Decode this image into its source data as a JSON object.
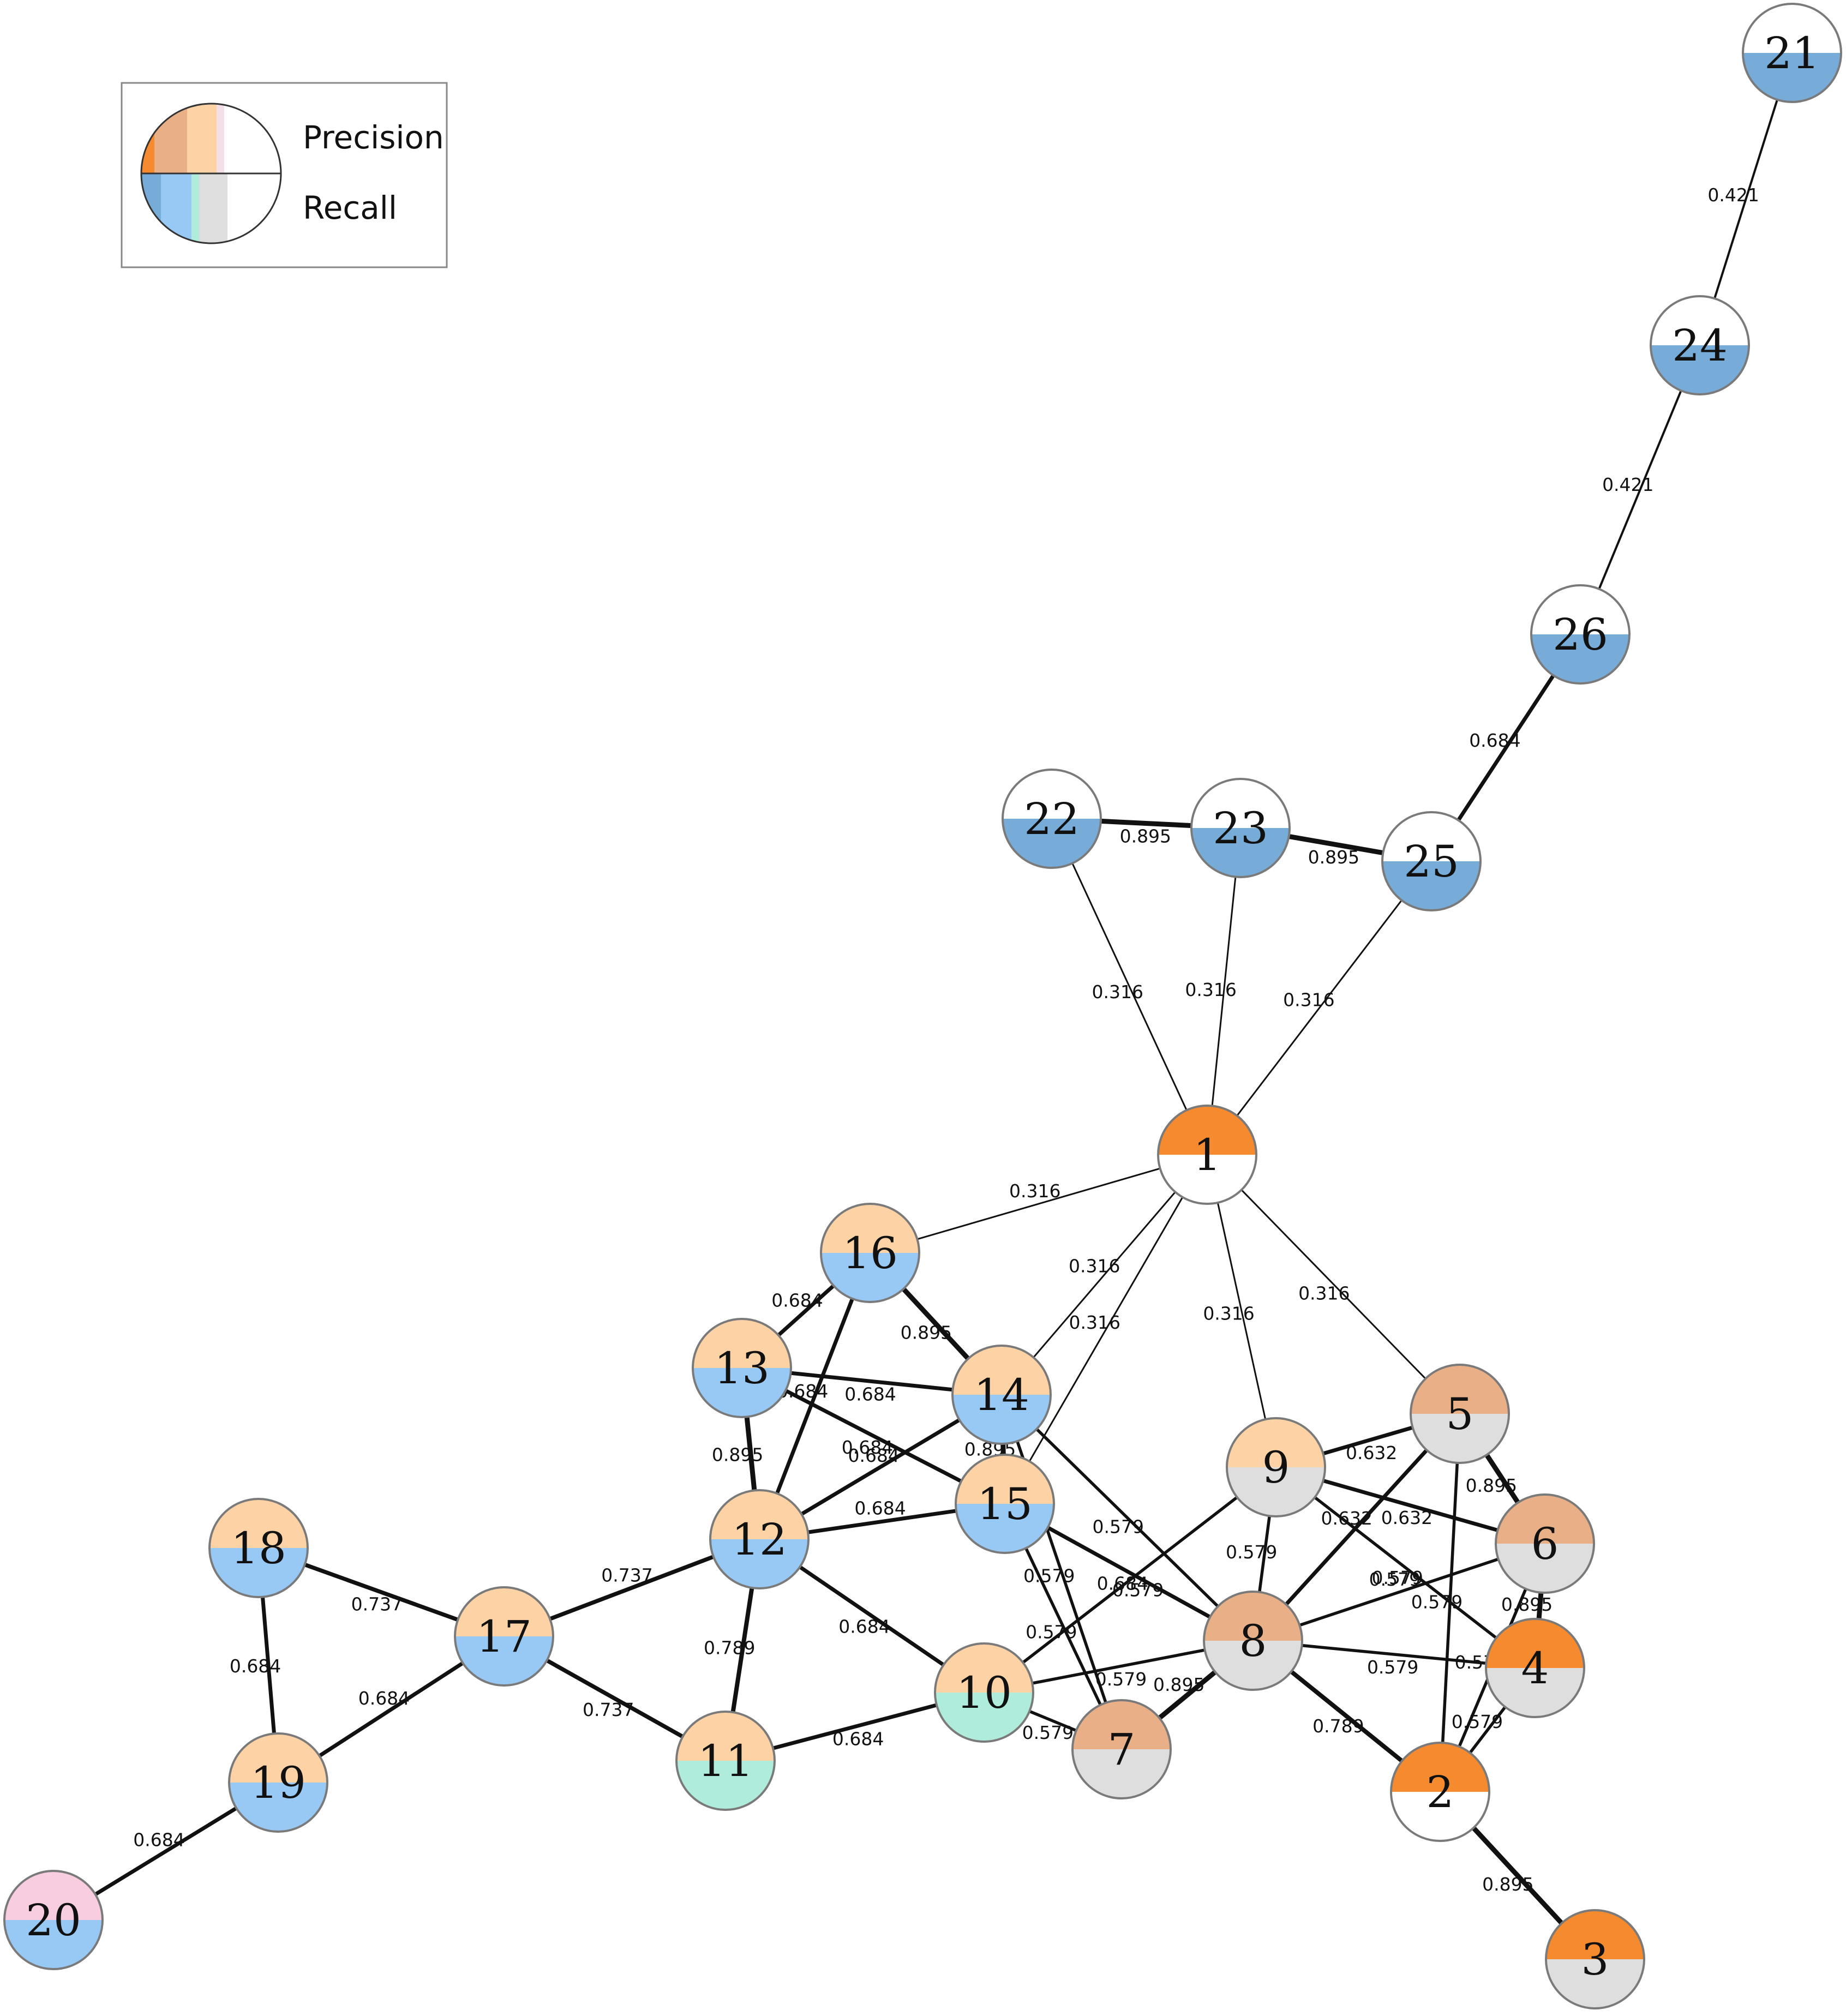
{
  "legend": {
    "precision_label": "Precision",
    "recall_label": "Recall"
  },
  "colors": {
    "precision_dark_orange": "#f58a2e",
    "precision_tan": "#e9b088",
    "precision_peach": "#fdd3a6",
    "precision_pink": "#f9cde0",
    "recall_steel_blue": "#78acd8",
    "recall_light_blue": "#98c8f4",
    "recall_mint": "#b0ecdc",
    "recall_gray": "#dedede",
    "recall_white": "#ffffff",
    "edge": "#111111"
  },
  "nodes": [
    {
      "id": "1",
      "label": "1",
      "top": "precision_dark_orange",
      "bottom": "recall_white"
    },
    {
      "id": "2",
      "label": "2",
      "top": "precision_dark_orange",
      "bottom": "recall_white"
    },
    {
      "id": "3",
      "label": "3",
      "top": "precision_dark_orange",
      "bottom": "recall_gray"
    },
    {
      "id": "4",
      "label": "4",
      "top": "precision_dark_orange",
      "bottom": "recall_gray"
    },
    {
      "id": "5",
      "label": "5",
      "top": "precision_tan",
      "bottom": "recall_gray"
    },
    {
      "id": "6",
      "label": "6",
      "top": "precision_tan",
      "bottom": "recall_gray"
    },
    {
      "id": "7",
      "label": "7",
      "top": "precision_tan",
      "bottom": "recall_gray"
    },
    {
      "id": "8",
      "label": "8",
      "top": "precision_tan",
      "bottom": "recall_gray"
    },
    {
      "id": "9",
      "label": "9",
      "top": "precision_peach",
      "bottom": "recall_gray"
    },
    {
      "id": "10",
      "label": "10",
      "top": "precision_peach",
      "bottom": "recall_mint"
    },
    {
      "id": "11",
      "label": "11",
      "top": "precision_peach",
      "bottom": "recall_mint"
    },
    {
      "id": "12",
      "label": "12",
      "top": "precision_peach",
      "bottom": "recall_light_blue"
    },
    {
      "id": "13",
      "label": "13",
      "top": "precision_peach",
      "bottom": "recall_light_blue"
    },
    {
      "id": "14",
      "label": "14",
      "top": "precision_peach",
      "bottom": "recall_light_blue"
    },
    {
      "id": "15",
      "label": "15",
      "top": "precision_peach",
      "bottom": "recall_light_blue"
    },
    {
      "id": "16",
      "label": "16",
      "top": "precision_peach",
      "bottom": "recall_light_blue"
    },
    {
      "id": "17",
      "label": "17",
      "top": "precision_peach",
      "bottom": "recall_light_blue"
    },
    {
      "id": "18",
      "label": "18",
      "top": "precision_peach",
      "bottom": "recall_light_blue"
    },
    {
      "id": "19",
      "label": "19",
      "top": "precision_peach",
      "bottom": "recall_light_blue"
    },
    {
      "id": "20",
      "label": "20",
      "top": "precision_pink",
      "bottom": "recall_light_blue"
    },
    {
      "id": "21",
      "label": "21",
      "top": "recall_white",
      "bottom": "recall_steel_blue"
    },
    {
      "id": "22",
      "label": "22",
      "top": "recall_white",
      "bottom": "recall_steel_blue"
    },
    {
      "id": "23",
      "label": "23",
      "top": "recall_white",
      "bottom": "recall_steel_blue"
    },
    {
      "id": "24",
      "label": "24",
      "top": "recall_white",
      "bottom": "recall_steel_blue"
    },
    {
      "id": "25",
      "label": "25",
      "top": "recall_white",
      "bottom": "recall_steel_blue"
    },
    {
      "id": "26",
      "label": "26",
      "top": "recall_white",
      "bottom": "recall_steel_blue"
    }
  ],
  "edges": [
    {
      "from": "21",
      "to": "24",
      "weight": "0.421"
    },
    {
      "from": "24",
      "to": "26",
      "weight": "0.421"
    },
    {
      "from": "26",
      "to": "25",
      "weight": "0.684"
    },
    {
      "from": "22",
      "to": "23",
      "weight": "0.895"
    },
    {
      "from": "23",
      "to": "25",
      "weight": "0.895"
    },
    {
      "from": "22",
      "to": "1",
      "weight": "0.316"
    },
    {
      "from": "23",
      "to": "1",
      "weight": "0.316"
    },
    {
      "from": "25",
      "to": "1",
      "weight": "0.316"
    },
    {
      "from": "1",
      "to": "16",
      "weight": "0.316"
    },
    {
      "from": "1",
      "to": "14",
      "weight": "0.316"
    },
    {
      "from": "1",
      "to": "15",
      "weight": "0.316"
    },
    {
      "from": "1",
      "to": "9",
      "weight": "0.316"
    },
    {
      "from": "1",
      "to": "5",
      "weight": "0.316"
    },
    {
      "from": "16",
      "to": "13",
      "weight": "0.684"
    },
    {
      "from": "16",
      "to": "14",
      "weight": "0.895"
    },
    {
      "from": "16",
      "to": "12",
      "weight": "0.684"
    },
    {
      "from": "13",
      "to": "14",
      "weight": "0.684"
    },
    {
      "from": "13",
      "to": "15",
      "weight": "0.684"
    },
    {
      "from": "13",
      "to": "12",
      "weight": "0.895"
    },
    {
      "from": "14",
      "to": "15",
      "weight": "0.895"
    },
    {
      "from": "14",
      "to": "12",
      "weight": "0.684"
    },
    {
      "from": "14",
      "to": "7",
      "weight": "0.579"
    },
    {
      "from": "14",
      "to": "8",
      "weight": "0.579"
    },
    {
      "from": "15",
      "to": "12",
      "weight": "0.684"
    },
    {
      "from": "15",
      "to": "7",
      "weight": "0.579"
    },
    {
      "from": "15",
      "to": "8",
      "weight": "0.684"
    },
    {
      "from": "12",
      "to": "17",
      "weight": "0.737"
    },
    {
      "from": "12",
      "to": "11",
      "weight": "0.789"
    },
    {
      "from": "12",
      "to": "10",
      "weight": "0.684"
    },
    {
      "from": "18",
      "to": "17",
      "weight": "0.737"
    },
    {
      "from": "18",
      "to": "19",
      "weight": "0.684"
    },
    {
      "from": "17",
      "to": "19",
      "weight": "0.684"
    },
    {
      "from": "17",
      "to": "11",
      "weight": "0.737"
    },
    {
      "from": "19",
      "to": "20",
      "weight": "0.684"
    },
    {
      "from": "11",
      "to": "10",
      "weight": "0.684"
    },
    {
      "from": "10",
      "to": "7",
      "weight": "0.579"
    },
    {
      "from": "10",
      "to": "8",
      "weight": "0.579"
    },
    {
      "from": "10",
      "to": "9",
      "weight": "0.579"
    },
    {
      "from": "9",
      "to": "5",
      "weight": "0.632"
    },
    {
      "from": "9",
      "to": "6",
      "weight": "0.632"
    },
    {
      "from": "9",
      "to": "8",
      "weight": "0.579"
    },
    {
      "from": "9",
      "to": "4",
      "weight": "0.579"
    },
    {
      "from": "5",
      "to": "6",
      "weight": "0.895"
    },
    {
      "from": "5",
      "to": "8",
      "weight": "0.632"
    },
    {
      "from": "5",
      "to": "2",
      "weight": "0.579"
    },
    {
      "from": "6",
      "to": "8",
      "weight": "0.579"
    },
    {
      "from": "6",
      "to": "4",
      "weight": "0.895"
    },
    {
      "from": "6",
      "to": "2",
      "weight": "0.579"
    },
    {
      "from": "8",
      "to": "4",
      "weight": "0.579"
    },
    {
      "from": "8",
      "to": "7",
      "weight": "0.895"
    },
    {
      "from": "8",
      "to": "2",
      "weight": "0.789"
    },
    {
      "from": "4",
      "to": "2",
      "weight": "0.579"
    },
    {
      "from": "2",
      "to": "3",
      "weight": "0.895"
    }
  ]
}
